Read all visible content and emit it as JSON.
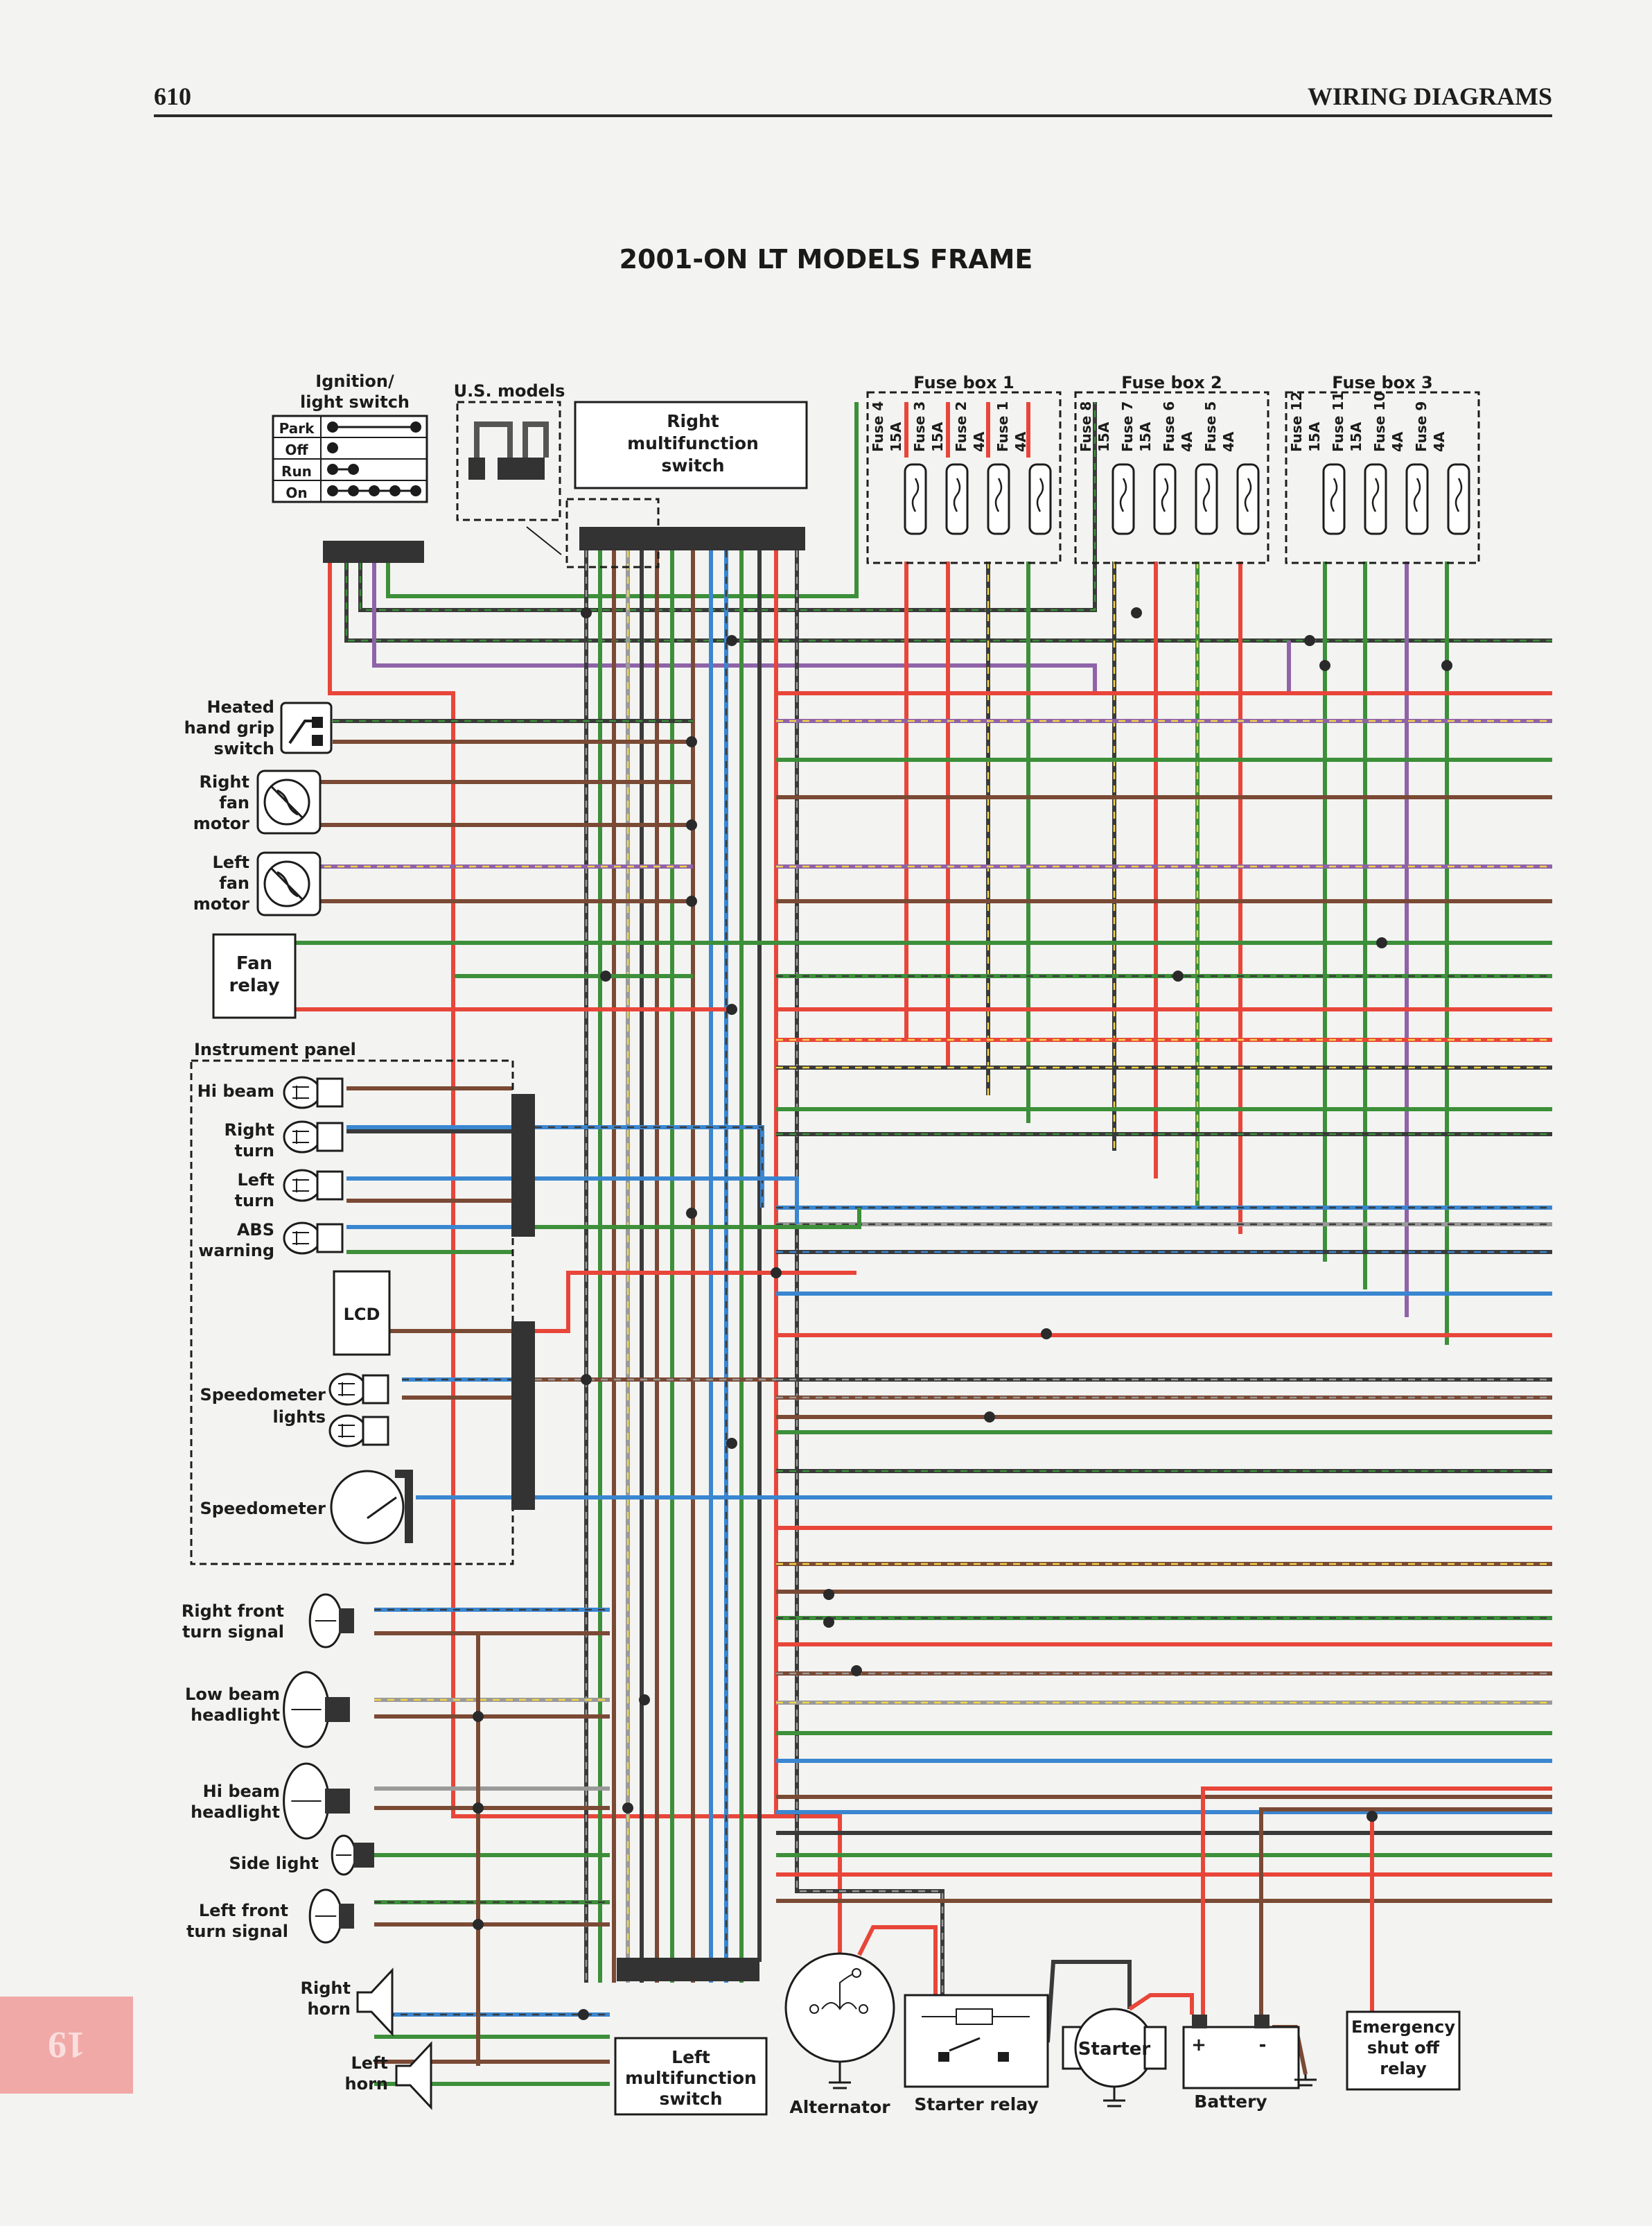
{
  "header": {
    "page_number": "610",
    "section_title": "WIRING DIAGRAMS",
    "page_tab": "19"
  },
  "diagram": {
    "title": "2001-ON LT MODELS FRAME",
    "ignition_switch": {
      "label_line1": "Ignition/",
      "label_line2": "light switch",
      "positions": [
        "Park",
        "Off",
        "Run",
        "On"
      ]
    },
    "us_models_label": "U.S. models",
    "right_switch": {
      "line1": "Right",
      "line2": "multifunction",
      "line3": "switch"
    },
    "fuse_boxes": [
      {
        "title": "Fuse box 1",
        "fuses": [
          {
            "name": "Fuse 4",
            "rating": "15A"
          },
          {
            "name": "Fuse 3",
            "rating": "15A"
          },
          {
            "name": "Fuse 2",
            "rating": "4A"
          },
          {
            "name": "Fuse 1",
            "rating": "4A"
          }
        ]
      },
      {
        "title": "Fuse box 2",
        "fuses": [
          {
            "name": "Fuse 8",
            "rating": "15A"
          },
          {
            "name": "Fuse 7",
            "rating": "15A"
          },
          {
            "name": "Fuse 6",
            "rating": "4A"
          },
          {
            "name": "Fuse 5",
            "rating": "4A"
          }
        ]
      },
      {
        "title": "Fuse box 3",
        "fuses": [
          {
            "name": "Fuse 12",
            "rating": "15A"
          },
          {
            "name": "Fuse 11",
            "rating": "15A"
          },
          {
            "name": "Fuse 10",
            "rating": "4A"
          },
          {
            "name": "Fuse 9",
            "rating": "4A"
          }
        ]
      }
    ],
    "left_components": {
      "heated_grip": [
        "Heated",
        "hand grip",
        "switch"
      ],
      "right_fan": [
        "Right",
        "fan",
        "motor"
      ],
      "left_fan": [
        "Left",
        "fan",
        "motor"
      ],
      "fan_relay": [
        "Fan",
        "relay"
      ]
    },
    "instrument_panel": {
      "title": "Instrument panel",
      "hi_beam": "Hi beam",
      "right_turn": [
        "Right",
        "turn"
      ],
      "left_turn": [
        "Left",
        "turn"
      ],
      "abs_warning": [
        "ABS",
        "warning"
      ],
      "lcd": "LCD",
      "speedometer_lights": [
        "Speedometer",
        "lights"
      ],
      "speedometer": "Speedometer"
    },
    "lighting": {
      "right_front_signal": [
        "Right front",
        "turn signal"
      ],
      "low_beam": [
        "Low beam",
        "headlight"
      ],
      "hi_beam": [
        "Hi beam",
        "headlight"
      ],
      "side_light": "Side light",
      "left_front_signal": [
        "Left front",
        "turn signal"
      ],
      "right_horn": [
        "Right",
        "horn"
      ],
      "left_horn": [
        "Left",
        "horn"
      ]
    },
    "bottom_components": {
      "left_switch": [
        "Left",
        "multifunction",
        "switch"
      ],
      "alternator": "Alternator",
      "starter_relay": "Starter relay",
      "starter": "Starter",
      "battery": "Battery",
      "battery_plus": "+",
      "battery_minus": "-",
      "emergency_relay": [
        "Emergency",
        "shut off",
        "relay"
      ]
    },
    "wire_colors": {
      "red": "#e8463a",
      "green": "#3d8f3a",
      "brown": "#7a4a35",
      "blue": "#3a86d0",
      "purple": "#8f63a8",
      "black": "#3a3a3a",
      "gray": "#9a9a9a",
      "yellow_tracer": "#f2d54a"
    }
  }
}
